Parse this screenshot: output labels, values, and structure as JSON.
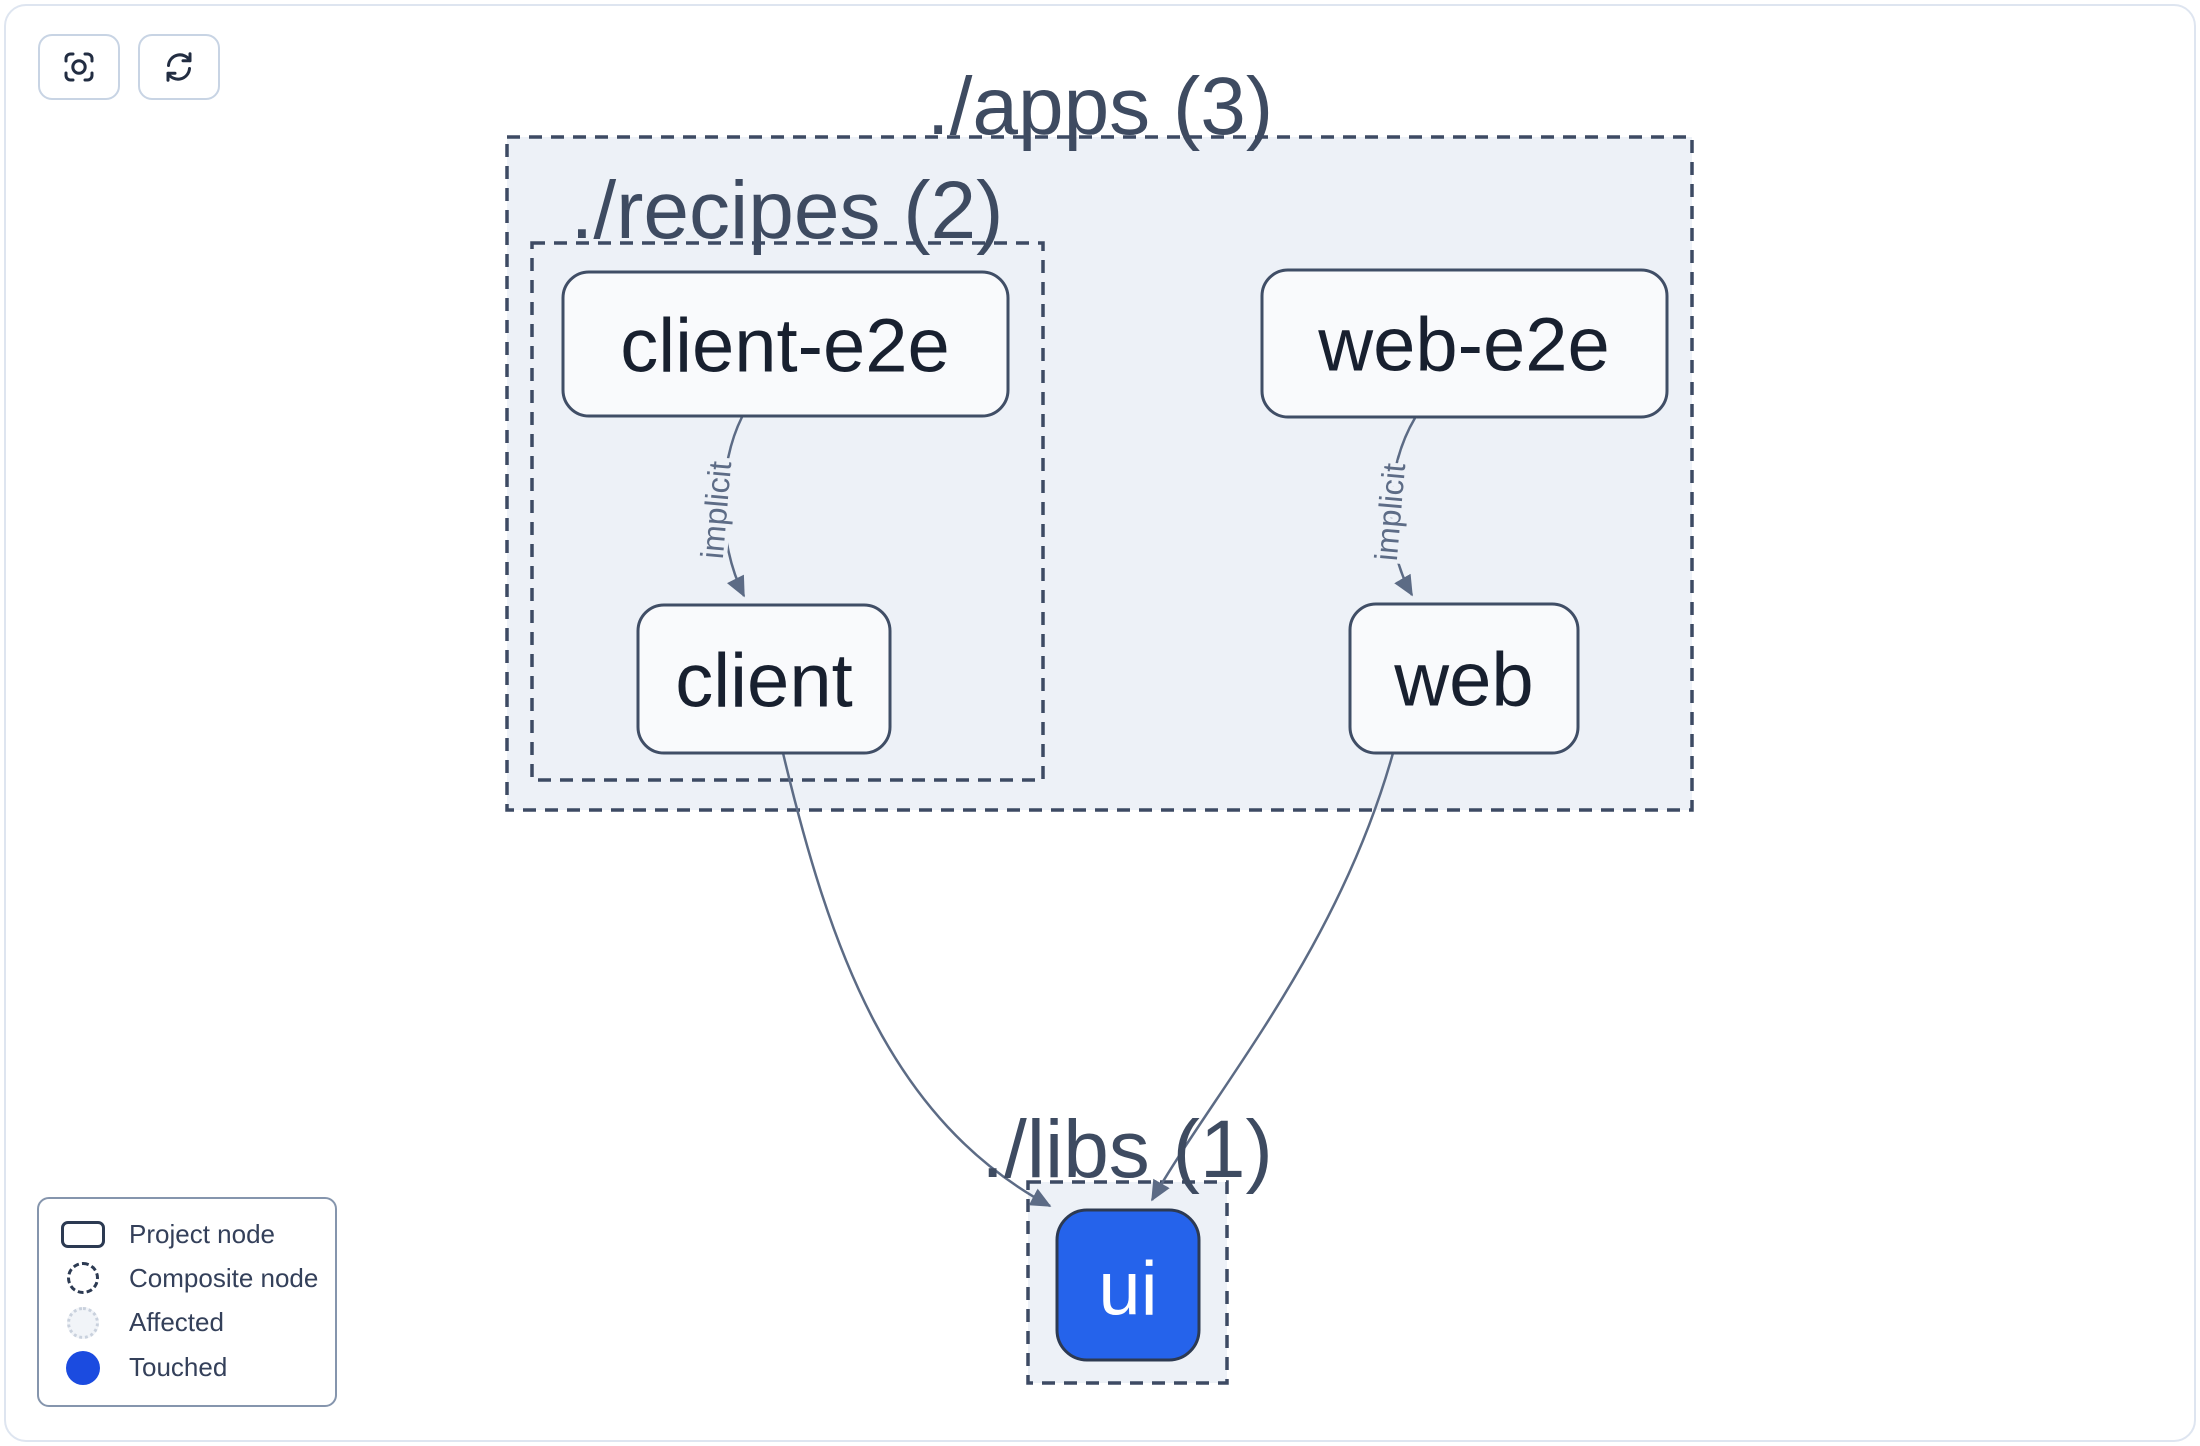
{
  "toolbar": {
    "buttons": [
      {
        "id": "focus",
        "icon": "focus-icon"
      },
      {
        "id": "refresh",
        "icon": "refresh-icon"
      }
    ]
  },
  "graph": {
    "containers": [
      {
        "id": "apps",
        "label": "./apps (3)"
      },
      {
        "id": "recipes",
        "label": "./recipes (2)"
      },
      {
        "id": "libs",
        "label": "./libs (1)"
      }
    ],
    "nodes": [
      {
        "id": "client-e2e",
        "label": "client-e2e",
        "state": "default"
      },
      {
        "id": "web-e2e",
        "label": "web-e2e",
        "state": "default"
      },
      {
        "id": "client",
        "label": "client",
        "state": "default"
      },
      {
        "id": "web",
        "label": "web",
        "state": "default"
      },
      {
        "id": "ui",
        "label": "ui",
        "state": "touched"
      }
    ],
    "edges": [
      {
        "from": "client-e2e",
        "to": "client",
        "label": "implicit",
        "type": "implicit"
      },
      {
        "from": "web-e2e",
        "to": "web",
        "label": "implicit",
        "type": "implicit"
      },
      {
        "from": "client",
        "to": "ui",
        "label": "",
        "type": "static"
      },
      {
        "from": "web",
        "to": "ui",
        "label": "",
        "type": "static"
      }
    ]
  },
  "legend": {
    "items": [
      {
        "id": "project-node",
        "label": "Project node"
      },
      {
        "id": "composite-node",
        "label": "Composite node"
      },
      {
        "id": "affected",
        "label": "Affected"
      },
      {
        "id": "touched",
        "label": "Touched"
      }
    ]
  },
  "colors": {
    "touched_node_fill": "#2563eb",
    "legend_touched_fill": "#1b4be0",
    "container_fill": "#edf1f7",
    "node_fill": "#f9fafc",
    "node_border": "#404e66",
    "edge": "#5c6b85",
    "container_border": "#3d4a63",
    "title_text": "#3e4b61",
    "node_text": "#18202f"
  }
}
